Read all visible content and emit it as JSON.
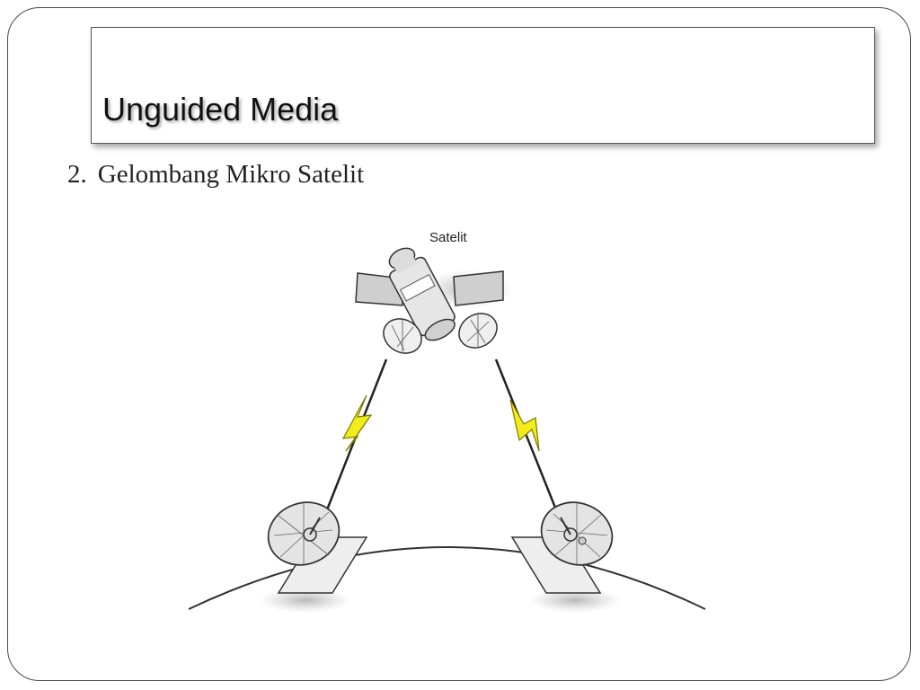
{
  "slide": {
    "title": "Unguided Media",
    "bullet": {
      "number": "2.",
      "text": "Gelombang Mikro Satelit"
    }
  },
  "diagram": {
    "satellite_label": "Satelit",
    "icons": [
      "satellite-icon",
      "satellite-dish-icon",
      "ground-station-dish-icon",
      "lightning-bolt-icon"
    ],
    "colors": {
      "signal_bolt": "#f2ec1a",
      "panel": "#cfcfcf",
      "outline": "#222222"
    }
  }
}
